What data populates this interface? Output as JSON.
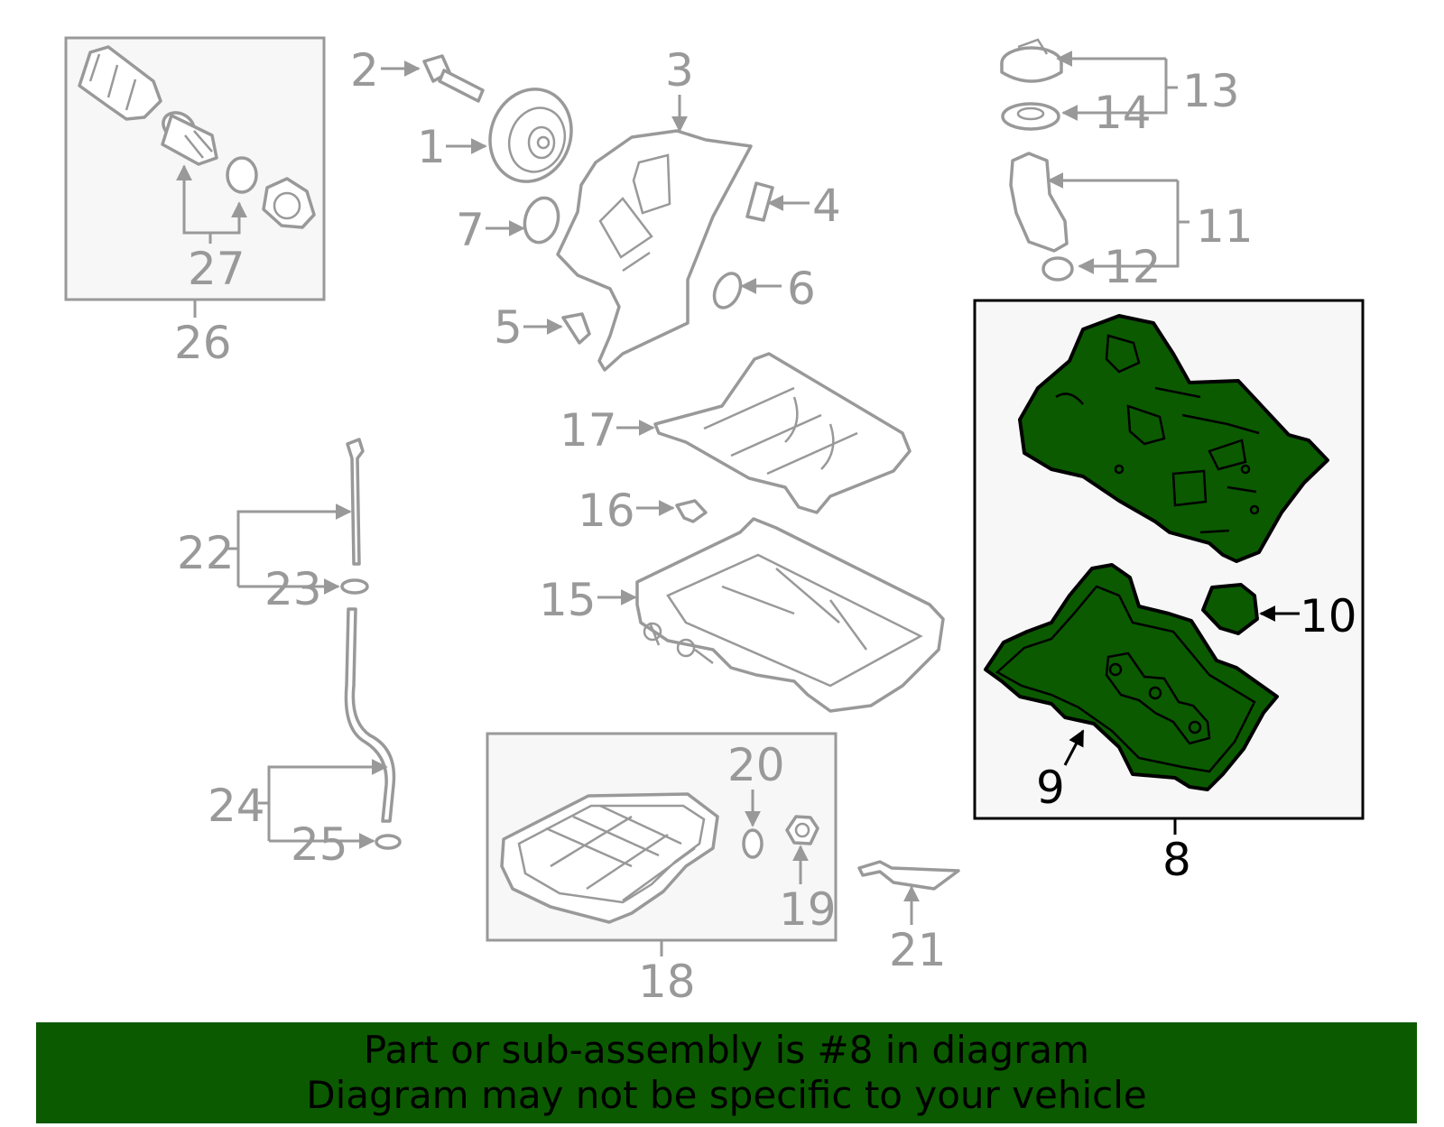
{
  "callouts": {
    "c1": "1",
    "c2": "2",
    "c3": "3",
    "c4": "4",
    "c5": "5",
    "c6": "6",
    "c7": "7",
    "c8": "8",
    "c9": "9",
    "c10": "10",
    "c11": "11",
    "c12": "12",
    "c13": "13",
    "c14": "14",
    "c15": "15",
    "c16": "16",
    "c17": "17",
    "c18": "18",
    "c19": "19",
    "c20": "20",
    "c21": "21",
    "c22": "22",
    "c23": "23",
    "c24": "24",
    "c25": "25",
    "c26": "26",
    "c27": "27"
  },
  "highlight_color": "#0b5a00",
  "banner": {
    "line1": "Part or sub-assembly is #8 in diagram",
    "line2": "Diagram may not be specific to your vehicle"
  }
}
